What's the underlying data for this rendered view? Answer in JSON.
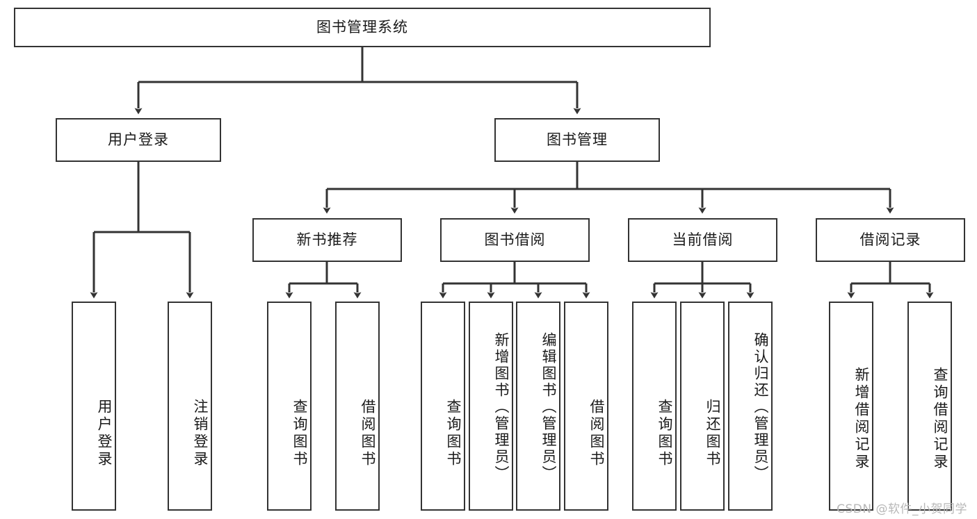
{
  "diagram": {
    "type": "tree-hierarchy",
    "title": "图书管理系统",
    "watermark": "CSDN @软件_小贺同学",
    "colors": {
      "stroke": "#333333",
      "fill": "#ffffff",
      "text": "#1a1a1a",
      "watermark": "#b8b8b8"
    },
    "levels": {
      "root": "图书管理系统",
      "level2": [
        "用户登录",
        "图书管理"
      ],
      "level3": [
        "新书推荐",
        "图书借阅",
        "当前借阅",
        "借阅记录"
      ],
      "leaves": [
        "用户登录",
        "注销登录",
        "查询图书",
        "借阅图书",
        "查询图书",
        "新增图书（管理员）",
        "编辑图书（管理员）",
        "借阅图书",
        "查询图书",
        "归还图书",
        "确认归还（管理员）",
        "新增借阅记录",
        "查询借阅记录"
      ]
    },
    "nodes": {
      "root": {
        "label": "图书管理系统"
      },
      "user_login": {
        "label": "用户登录"
      },
      "book_mgmt": {
        "label": "图书管理"
      },
      "new_book_rec": {
        "label": "新书推荐"
      },
      "book_borrow": {
        "label": "图书借阅"
      },
      "current_borrow": {
        "label": "当前借阅"
      },
      "borrow_record": {
        "label": "借阅记录"
      },
      "leaf_user_login": {
        "label": "用户登录"
      },
      "leaf_logout": {
        "label": "注销登录"
      },
      "leaf_query_book_a": {
        "label": "查询图书"
      },
      "leaf_borrow_book_a": {
        "label": "借阅图书"
      },
      "leaf_query_book_b": {
        "label": "查询图书"
      },
      "leaf_add_book": {
        "label": "新增图书（管理员）"
      },
      "leaf_edit_book": {
        "label": "编辑图书（管理员）"
      },
      "leaf_borrow_book_b": {
        "label": "借阅图书"
      },
      "leaf_query_book_c": {
        "label": "查询图书"
      },
      "leaf_return_book": {
        "label": "归还图书"
      },
      "leaf_confirm_return": {
        "label": "确认归还（管理员）"
      },
      "leaf_add_record": {
        "label": "新增借阅记录"
      },
      "leaf_query_record": {
        "label": "查询借阅记录"
      }
    }
  }
}
